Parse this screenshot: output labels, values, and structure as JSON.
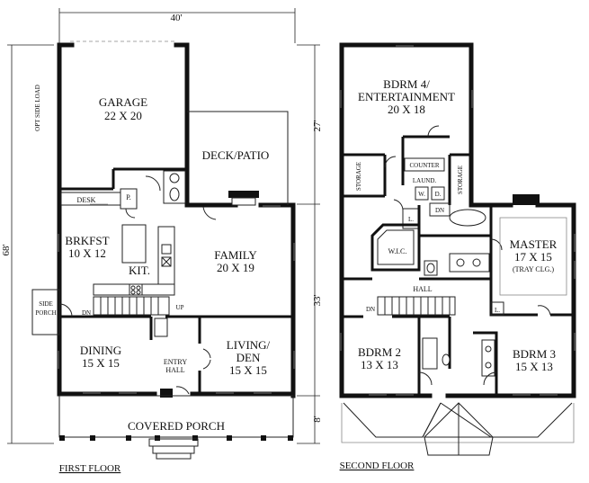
{
  "first_floor": {
    "title": "FIRST FLOOR",
    "width_dim": "40'",
    "depth_dim": "68'",
    "side_dim_top": "27'",
    "side_dim_mid": "33'",
    "side_dim_bot": "8'",
    "opt_side_load": "OPT SIDE LOAD",
    "garage": {
      "name": "GARAGE",
      "size": "22 X 20"
    },
    "deck": {
      "name": "DECK/PATIO"
    },
    "desk": "DESK",
    "pantry": "P.",
    "brkfst": {
      "name": "BRKFST",
      "size": "10 X 12"
    },
    "kit": "KIT.",
    "family": {
      "name": "FAMILY",
      "size": "20 X 19"
    },
    "dn": "DN",
    "up": "UP",
    "side_porch": {
      "line1": "SIDE",
      "line2": "PORCH"
    },
    "dining": {
      "name": "DINING",
      "size": "15 X 15"
    },
    "entry": {
      "line1": "ENTRY",
      "line2": "HALL"
    },
    "living": {
      "name": "LIVING/",
      "name2": "DEN",
      "size": "15 X 15"
    },
    "porch": "COVERED PORCH"
  },
  "second_floor": {
    "title": "SECOND FLOOR",
    "bdrm4": {
      "name": "BDRM 4/",
      "name2": "ENTERTAINMENT",
      "size": "20 X 18"
    },
    "storage_left": "STORAGE",
    "storage_right": "STORAGE",
    "counter": "COUNTER",
    "laund": "LAUND.",
    "washer": "W.",
    "dryer": "D.",
    "dn_upper": "DN",
    "linen": "L.",
    "wic": "W.I.C.",
    "master": {
      "name": "MASTER",
      "size": "17 X 15",
      "note": "(TRAY CLG.)"
    },
    "hall": "HALL",
    "dn_stair": "DN",
    "linen2": "L.",
    "bdrm2": {
      "name": "BDRM 2",
      "size": "13 X 13"
    },
    "bdrm3": {
      "name": "BDRM 3",
      "size": "15 X 13"
    }
  }
}
